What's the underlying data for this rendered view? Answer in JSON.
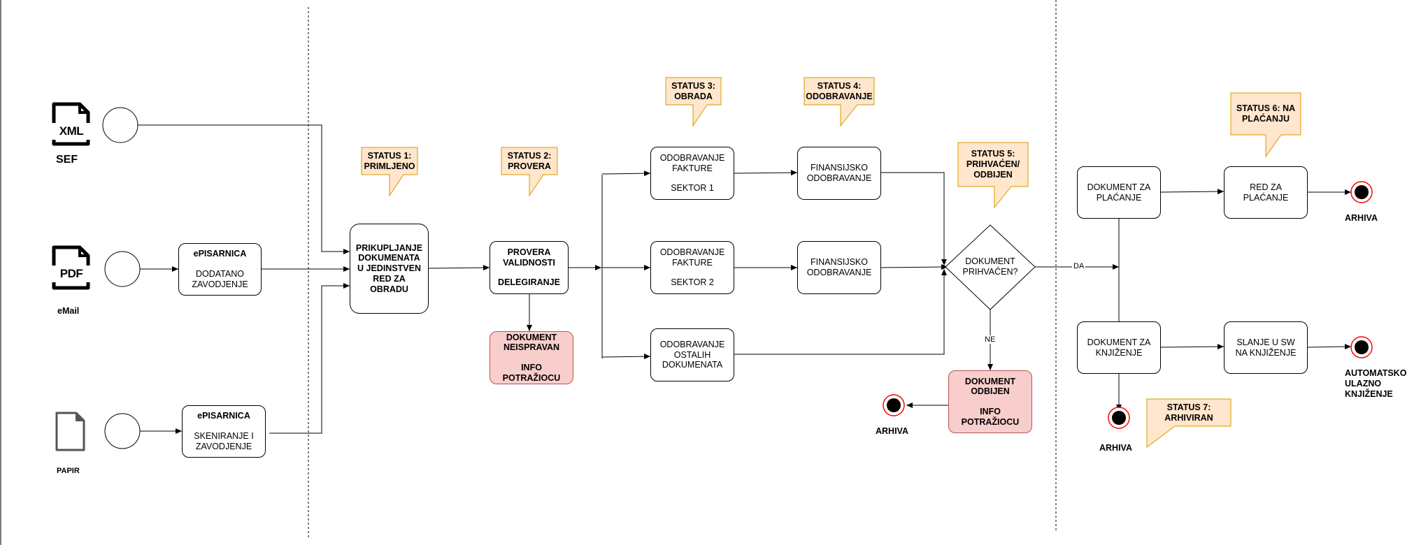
{
  "sources": {
    "sef": {
      "icon": "xml-file-icon",
      "badge": "XML",
      "label": "SEF"
    },
    "email": {
      "icon": "pdf-file-icon",
      "badge": "PDF",
      "label": "eMail"
    },
    "papir": {
      "icon": "paper-file-icon",
      "label": "PAPIR"
    }
  },
  "nodes": {
    "episarnica_email": {
      "title": "ePISARNICA",
      "text": "DODATANO ZAVODJENJE"
    },
    "episarnica_papir": {
      "title": "ePISARNICA",
      "text": "SKENIRANJE I ZAVODJENJE"
    },
    "prikupljanje": {
      "text": "PRIKUPLJANJE DOKUMENATA U JEDINSTVEN RED ZA OBRADU"
    },
    "provera": {
      "title": "PROVERA VALIDNOSTI",
      "text": "DELEGIRANJE"
    },
    "neispravan": {
      "title": "DOKUMENT NEISPRAVAN",
      "text": "INFO POTRAŽIOCU"
    },
    "odobravanje_s1": {
      "title": "ODOBRAVANJE FAKTURE",
      "text": "SEKTOR 1"
    },
    "odobravanje_s2": {
      "title": "ODOBRAVANJE FAKTURE",
      "text": "SEKTOR 2"
    },
    "odobravanje_ostalih": {
      "text": "ODOBRAVANJE OSTALIH DOKUMENATA"
    },
    "fin_1": {
      "text": "FINANSIJSKO ODOBRAVANJE"
    },
    "fin_2": {
      "text": "FINANSIJSKO ODOBRAVANJE"
    },
    "decision": {
      "text": "DOKUMENT PRIHVAĆEN?"
    },
    "odbijen": {
      "title": "DOKUMENT ODBIJEN",
      "text": "INFO POTRAŽIOCU"
    },
    "za_placanje": {
      "text": "DOKUMENT ZA PLAĆANJE"
    },
    "red_za_placanje": {
      "text": "RED ZA PLAĆANJE"
    },
    "za_knjizenje": {
      "text": "DOKUMENT ZA KNJIŽENJE"
    },
    "slanje_sw": {
      "text": "SLANJE U SW NA KNJIŽENJE"
    }
  },
  "statuses": {
    "s1": "STATUS 1: PRIMLJENO",
    "s2": "STATUS 2: PROVERA",
    "s3": "STATUS 3: OBRADA",
    "s4": "STATUS 4: ODOBRAVANJE",
    "s5": "STATUS 5: PRIHVAĆEN/ ODBIJEN",
    "s6": "STATUS 6: NA PLAĆANJU",
    "s7": "STATUS 7: ARHIVIRAN"
  },
  "end_labels": {
    "arhiva_left": "ARHIVA",
    "arhiva_top": "ARHIVA",
    "arhiva_bottom": "ARHIVA",
    "automatsko": "AUTOMATSKO ULAZNO KNJIŽENJE"
  },
  "edge_labels": {
    "da": "DA",
    "ne": "NE"
  },
  "colors": {
    "callout_fill": "#ffe6cc",
    "callout_stroke": "#d79b00",
    "error_fill": "#f8cecc",
    "error_stroke": "#b85450",
    "end_ring": "#ff0000"
  }
}
